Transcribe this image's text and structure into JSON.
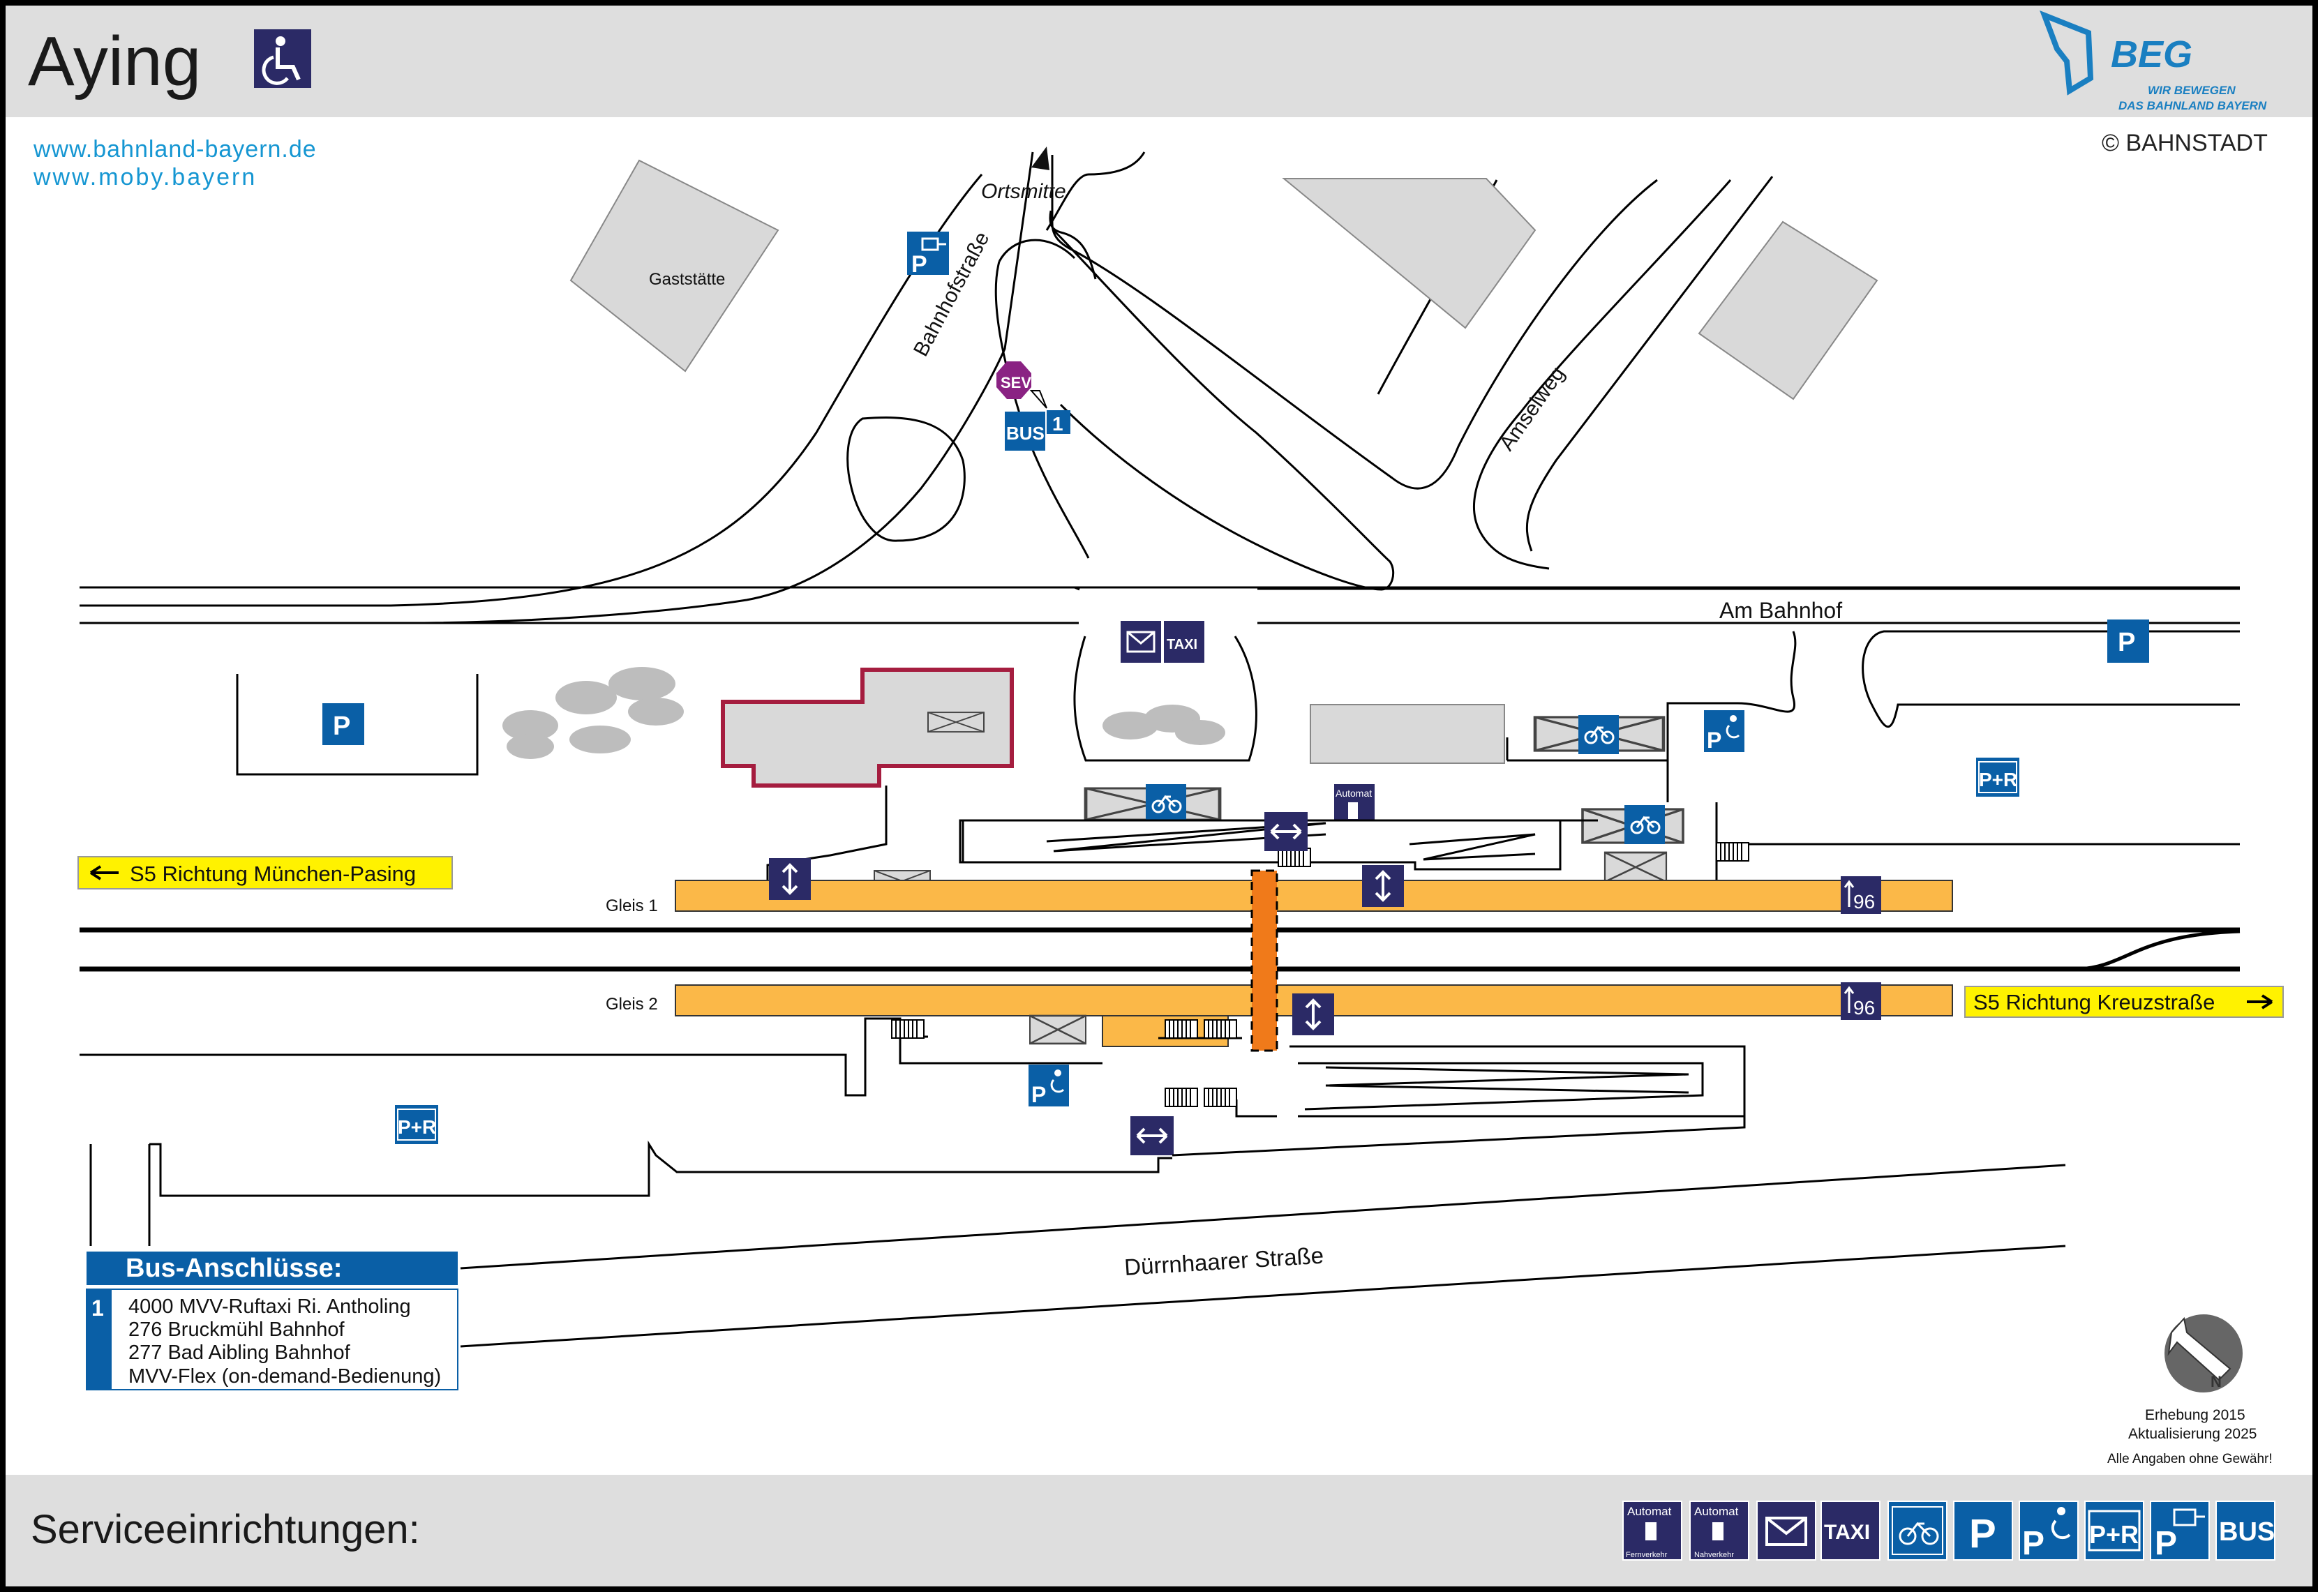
{
  "header": {
    "title": "Aying",
    "links": [
      "www.bahnland-bayern.de",
      "www.moby.bayern"
    ],
    "brand": {
      "name": "BEG",
      "slogan_1": "WIR BEWEGEN",
      "slogan_2": "DAS BAHNLAND BAYERN"
    },
    "copyright": "© BAHNSTADT"
  },
  "map": {
    "compass_label": "N",
    "streets": {
      "ortsmitte": "Ortsmitte",
      "bahnhofstrasse": "Bahnhofstraße",
      "amselweg": "Amselweg",
      "am_bahnhof": "Am Bahnhof",
      "duernhaarer": "Dürrnhaarer Straße"
    },
    "buildings": {
      "gaststaette": "Gaststätte"
    },
    "tracks": {
      "gleis1": "Gleis 1",
      "gleis2": "Gleis 2"
    },
    "directions": {
      "west": "S5 Richtung München-Pasing",
      "east": "S5 Richtung Kreuzstraße"
    },
    "platform_length_1": "96",
    "platform_length_2": "96",
    "bus_stop_number": "1"
  },
  "bus_box": {
    "title": "Bus-Anschlüsse:",
    "stop_number": "1",
    "lines": [
      "4000 MVV-Ruftaxi Ri. Antholing",
      "276 Bruckmühl Bahnhof",
      "277 Bad Aibling Bahnhof",
      "MVV-Flex (on-demand-Bedienung)"
    ]
  },
  "survey": {
    "line1": "Erhebung 2015",
    "line2": "Aktualisierung 2025",
    "line3": "Alle Angaben ohne Gewähr!"
  },
  "footer": {
    "label": "Serviceeinrichtungen:",
    "legend": [
      {
        "icon": "ticket-machine-long-distance-icon",
        "top": "Automat",
        "bottom": "Fernverkehr"
      },
      {
        "icon": "ticket-machine-regional-icon",
        "top": "Automat",
        "bottom": "Nahverkehr"
      },
      {
        "icon": "mailbox-icon"
      },
      {
        "icon": "taxi-icon",
        "text": "TAXI"
      },
      {
        "icon": "bicycle-parking-icon"
      },
      {
        "icon": "parking-icon",
        "text": "P"
      },
      {
        "icon": "disabled-parking-icon",
        "text": "P"
      },
      {
        "icon": "park-and-ride-icon",
        "text": "P+R"
      },
      {
        "icon": "ev-charging-parking-icon",
        "text": "P"
      },
      {
        "icon": "bus-icon",
        "text": "BUS"
      }
    ]
  },
  "icon_labels": {
    "automat": "Automat",
    "taxi": "TAXI",
    "bus": "BUS",
    "sev": "SEV",
    "p": "P",
    "pr": "P+R"
  },
  "colors": {
    "header_bg": "#dedede",
    "icon_navy": "#2b2a66",
    "icon_blue": "#0a5fa6",
    "platform": "#fbb848",
    "underpass": "#f07a1a",
    "station_outline": "#a51d3f",
    "direction_bg": "#fff200",
    "sev": "#8a2283",
    "link": "#1596d2",
    "beg_blue": "#1a7fc1",
    "building": "#d9d9d9"
  }
}
